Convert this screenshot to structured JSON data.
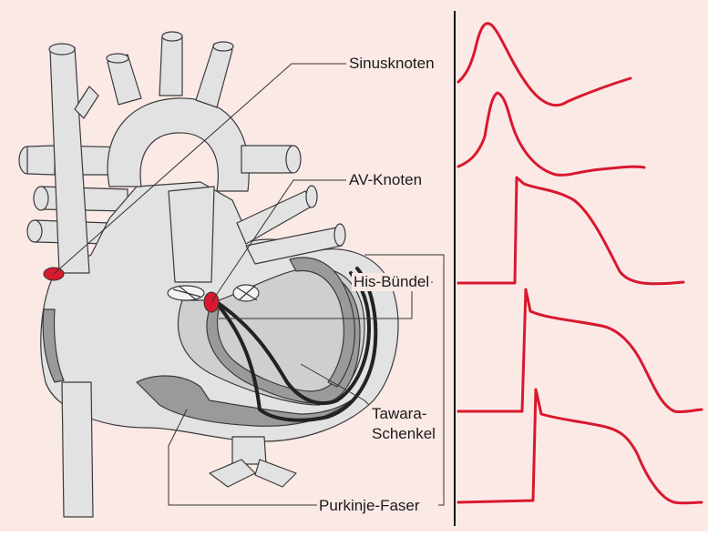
{
  "background_color": "#fbe9e6",
  "heart_fill": "#e2e2e2",
  "heart_shadow": "#9a9a9a",
  "trace_color": "#d9182e",
  "node_color": "#d9182e",
  "labels": {
    "sinus_node": "Sinusknoten",
    "av_node": "AV-Knoten",
    "his_bundle": "His-Bündel",
    "tawara_line1": "Tawara-",
    "tawara_line2": "Schenkel",
    "purkinje": "Purkinje-Faser"
  },
  "traces": [
    "sinus-node-action-potential",
    "av-node-action-potential",
    "his-bundle-action-potential",
    "tawara-branch-action-potential",
    "purkinje-fiber-action-potential"
  ]
}
